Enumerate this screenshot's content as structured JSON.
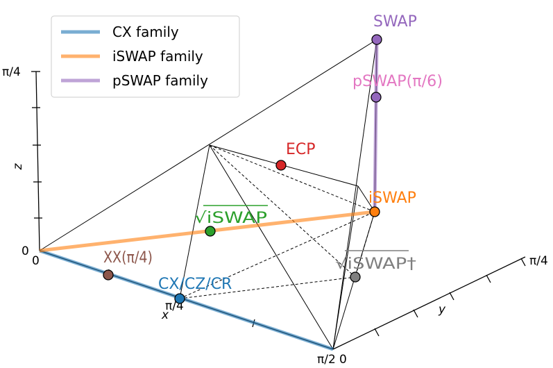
{
  "chart_data": {
    "type": "scatter",
    "axes": {
      "x": {
        "label": "x",
        "ticks": [
          "0",
          "π/4",
          "π/2"
        ]
      },
      "y": {
        "label": "y",
        "ticks": [
          "0",
          "π/4"
        ]
      },
      "z": {
        "label": "z",
        "ticks": [
          "0",
          "π/4"
        ]
      }
    },
    "legend": {
      "placement": "top-left",
      "entries": [
        {
          "name": "CX family",
          "color": "#1f77b4"
        },
        {
          "name": "iSWAP family",
          "color": "#ff7f0e"
        },
        {
          "name": "pSWAP family",
          "color": "#9467bd"
        }
      ]
    },
    "points": [
      {
        "name": "SWAP",
        "color": "#9467bd"
      },
      {
        "name": "pSWAP(π/6)",
        "color": "#e377c2"
      },
      {
        "name": "ECP",
        "color": "#d62728"
      },
      {
        "name": "iSWAP",
        "color": "#ff7f0e"
      },
      {
        "name": "√iSWAP",
        "color": "#2ca02c"
      },
      {
        "name": "XX(π/4)",
        "color": "#8c564b"
      },
      {
        "name": "CX/CZ/CR",
        "color": "#1f77b4"
      },
      {
        "name": "√iSWAP†",
        "color": "#7f7f7f"
      }
    ]
  }
}
